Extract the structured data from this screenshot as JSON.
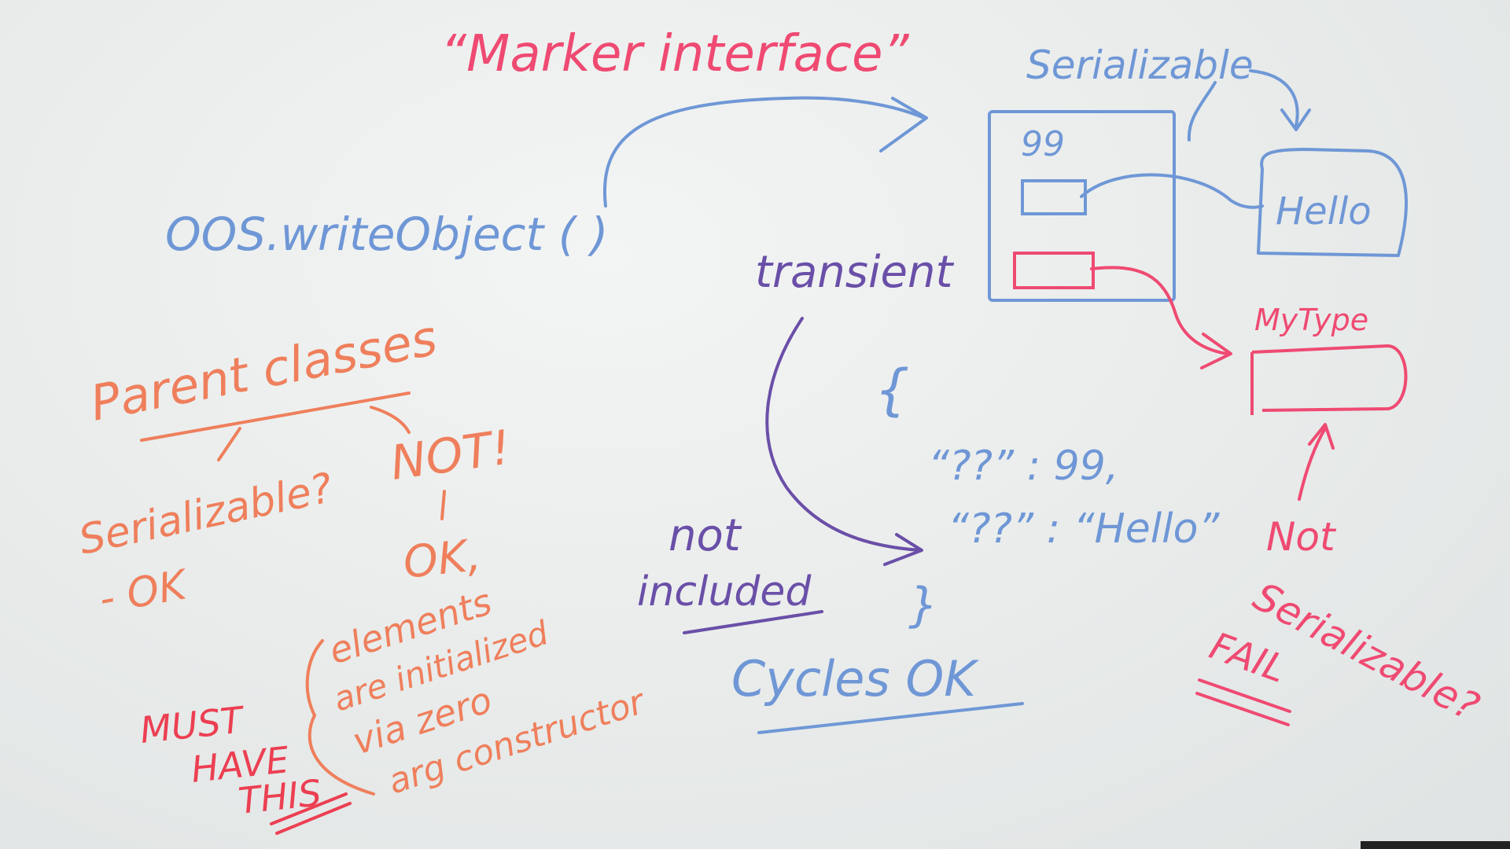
{
  "title": "“Marker interface”",
  "call": "OOS.writeObject ( )",
  "object_box": {
    "interface_label": "Serializable",
    "field_value": "99",
    "hello_object": "Hello",
    "mytype_object": "MyType"
  },
  "transient_label": "transient",
  "json_output": {
    "open_brace": "{",
    "line1": "“??” : 99,",
    "line2": "“??” : “Hello”",
    "close_brace": "}"
  },
  "not_included": {
    "line1": "not",
    "line2": "included"
  },
  "cycles_ok": "Cycles OK",
  "not_serializable": {
    "line1": "Not",
    "line2": "Serializable?",
    "fail": "FAIL"
  },
  "parent_classes": {
    "heading": "Parent classes",
    "left_branch": "Serializable?",
    "left_result": "- OK",
    "right_branch": "NOT!",
    "right_result": "OK,",
    "note_lines": [
      "elements",
      "are initialized",
      "via zero",
      "arg constructor"
    ],
    "must_have": [
      "MUST",
      "HAVE",
      "THIS"
    ]
  },
  "colors": {
    "blue": "#6f97d6",
    "purple": "#6a4fa8",
    "pink": "#ef4a72",
    "orange": "#ef7f5c",
    "red": "#ec3f52"
  }
}
